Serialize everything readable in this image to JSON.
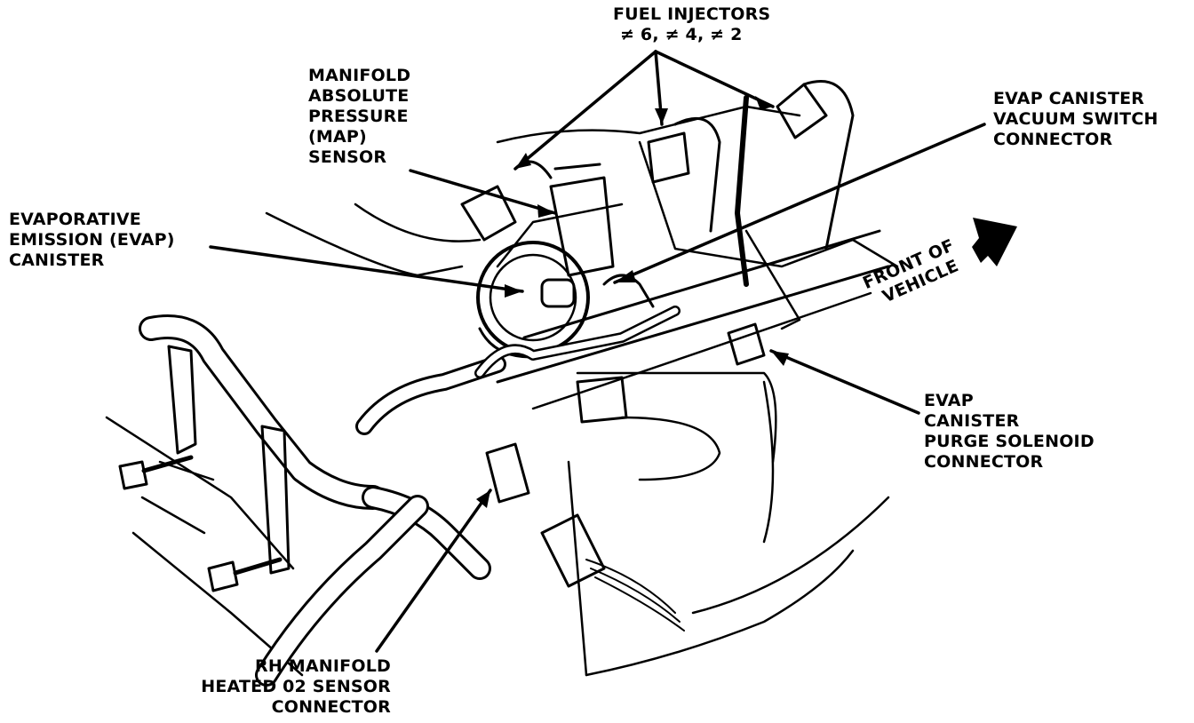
{
  "labels": {
    "fuel_injectors": [
      "FUEL INJECTORS",
      "≠ 6, ≠ 4, ≠ 2"
    ],
    "map_sensor": [
      "MANIFOLD",
      "ABSOLUTE",
      "PRESSURE",
      "(MAP)",
      "SENSOR"
    ],
    "evap_canister": [
      "EVAPORATIVE",
      "EMISSION (EVAP)",
      "CANISTER"
    ],
    "evap_vacuum_switch": [
      "EVAP CANISTER",
      "VACUUM SWITCH",
      "CONNECTOR"
    ],
    "front_of_vehicle": [
      "FRONT OF",
      "VEHICLE"
    ],
    "evap_purge_solenoid": [
      "EVAP",
      "CANISTER",
      "PURGE SOLENOID",
      "CONNECTOR"
    ],
    "rh_o2_sensor": [
      "RH MANIFOLD",
      "HEATED 02 SENSOR",
      "CONNECTOR"
    ]
  },
  "colors": {
    "ink": "#000000",
    "paper": "#ffffff"
  }
}
